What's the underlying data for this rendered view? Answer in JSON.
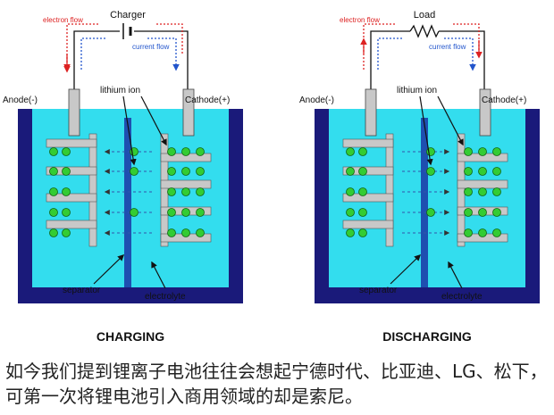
{
  "diagrams": [
    {
      "id": "charging",
      "title": "CHARGING",
      "source_label": "Charger",
      "source_kind": "battery",
      "electron_flow": "electron flow",
      "current_flow": "current flow",
      "anode": "Anode(-)",
      "cathode": "Cathode(+)",
      "lithium_ion": "lithium ion",
      "separator": "separator",
      "electrolyte": "electrolyte",
      "ion_direction": "to-anode"
    },
    {
      "id": "discharging",
      "title": "DISCHARGING",
      "source_label": "Load",
      "source_kind": "resistor",
      "electron_flow": "electron flow",
      "current_flow": "current flow",
      "anode": "Anode(-)",
      "cathode": "Cathode(+)",
      "lithium_ion": "lithium ion",
      "separator": "separator",
      "electrolyte": "electrolyte",
      "ion_direction": "to-cathode"
    }
  ],
  "caption": "如今我们提到锂离子电池往往会想起宁德时代、比亚迪、LG、松下，可第一次将锂电池引入商用领域的却是索尼。",
  "colors": {
    "container": "#1a1a7a",
    "electrolyte": "#33ddee",
    "separator": "#1e4fb0",
    "ion": "#33cc33",
    "plate": "#c8c8c8",
    "electron_flow": "#dd2222",
    "current_flow": "#2255cc"
  }
}
